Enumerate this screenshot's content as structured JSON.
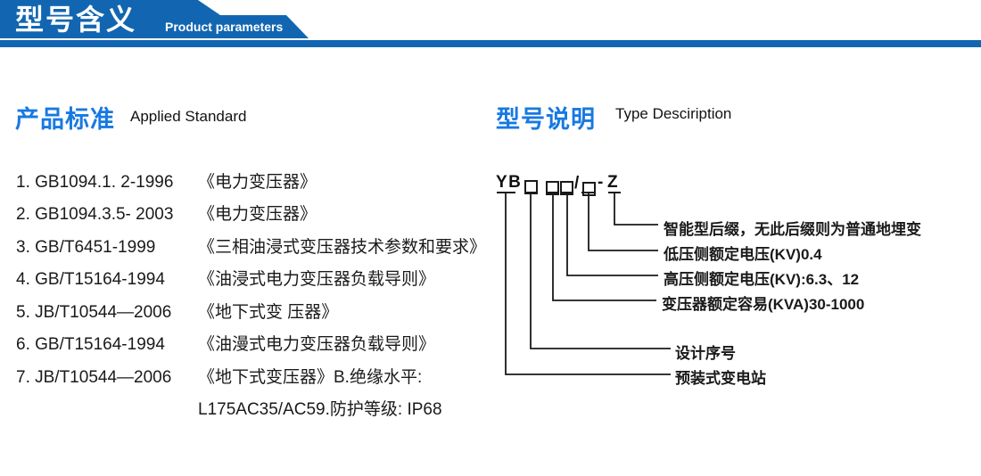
{
  "header": {
    "title_cn": "型号含义",
    "subtitle_en": "Product parameters"
  },
  "standards": {
    "title_cn": "产品标准",
    "title_en": "Applied Standard",
    "items": [
      {
        "code": "1. GB1094.1. 2-1996",
        "name": "《电力变压器》"
      },
      {
        "code": "2. GB1094.3.5- 2003",
        "name": "《电力变压器》"
      },
      {
        "code": "3. GB/T6451-1999",
        "name": "《三相油浸式变压器技术参数和要求》"
      },
      {
        "code": "4. GB/T15164-1994",
        "name": "《油浸式电力变压器负载导则》"
      },
      {
        "code": "5. JB/T10544—2006",
        "name": "《地下式变 压器》"
      },
      {
        "code": "6. GB/T15164-1994",
        "name": "《油漫式电力变压器负载导则》"
      },
      {
        "code": "7. JB/T10544—2006",
        "name": "《地下式变压器》B.绝缘水平:"
      },
      {
        "code": "",
        "name": "L175AC35/AC59.防护等级: IP68"
      }
    ]
  },
  "model": {
    "title_cn": "型号说明",
    "title_en": "Type Desciription",
    "code": {
      "display": "YB□ □□/□-Z",
      "prefix": "YB",
      "slash": "/",
      "dash": "-",
      "suffix": "Z"
    },
    "labels": [
      "智能型后缀，无此后缀则为普通地埋变",
      "低压侧额定电压(KV)0.4",
      "高压侧额定电压(KV):6.3、12",
      "变压器额定容易(KVA)30-1000",
      "设计序号",
      "预装式变电站"
    ]
  },
  "colors": {
    "banner_blue": "#1266b1",
    "title_blue": "#1879e1",
    "text_black": "#1a1a1a"
  }
}
